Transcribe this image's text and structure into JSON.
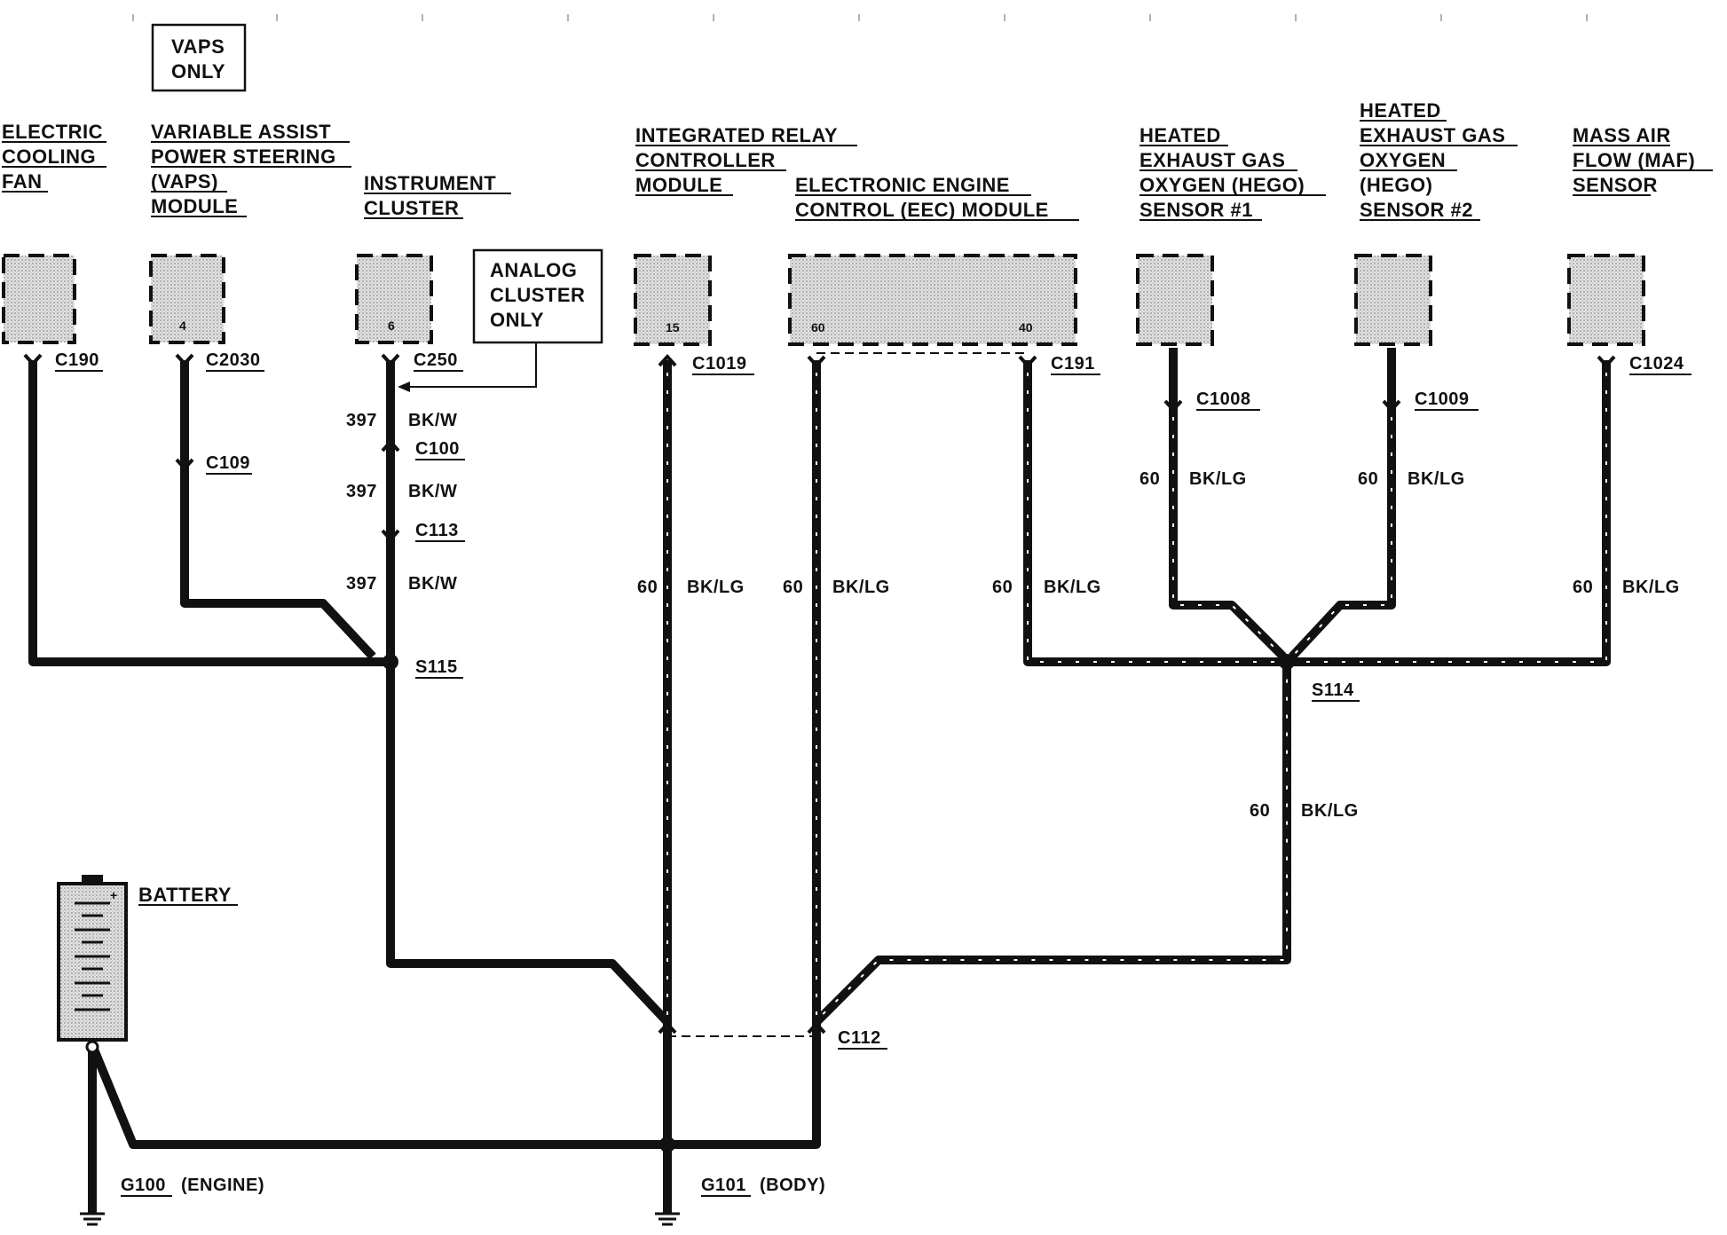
{
  "notes": {
    "vaps_only": [
      "VAPS",
      "ONLY"
    ],
    "analog_only": [
      "ANALOG",
      "CLUSTER",
      "ONLY"
    ]
  },
  "components": {
    "fan": [
      "ELECTRIC",
      "COOLING",
      "FAN"
    ],
    "vaps": [
      "VARIABLE ASSIST",
      "POWER STEERING",
      "(VAPS)",
      "MODULE"
    ],
    "cluster": [
      "INSTRUMENT",
      "CLUSTER"
    ],
    "irc": [
      "INTEGRATED RELAY",
      "CONTROLLER",
      "MODULE"
    ],
    "eec": [
      "ELECTRONIC ENGINE",
      "CONTROL (EEC) MODULE"
    ],
    "hego1": [
      "HEATED",
      "EXHAUST GAS",
      "OXYGEN (HEGO)",
      "SENSOR #1"
    ],
    "hego2": [
      "HEATED",
      "EXHAUST GAS",
      "OXYGEN",
      "(HEGO)",
      "SENSOR #2"
    ],
    "maf": [
      "MASS AIR",
      "FLOW (MAF)",
      "SENSOR"
    ],
    "battery": "BATTERY"
  },
  "pins": {
    "vaps": "4",
    "cluster": "6",
    "irc": "15",
    "eec_a": "60",
    "eec_b": "40"
  },
  "connectors": {
    "c190": "C190",
    "c2030": "C2030",
    "c109": "C109",
    "c250": "C250",
    "c100": "C100",
    "c113": "C113",
    "c1019": "C1019",
    "c191": "C191",
    "c1008": "C1008",
    "c1009": "C1009",
    "c1024": "C1024",
    "c112": "C112"
  },
  "splices": {
    "s115": "S115",
    "s114": "S114"
  },
  "grounds": {
    "g100": "G100",
    "g100_loc": "(ENGINE)",
    "g101": "G101",
    "g101_loc": "(BODY)"
  },
  "circuits": {
    "c397_num": "397",
    "c397_color": "BK/W",
    "c60_num": "60",
    "c60_color": "BK/LG"
  }
}
